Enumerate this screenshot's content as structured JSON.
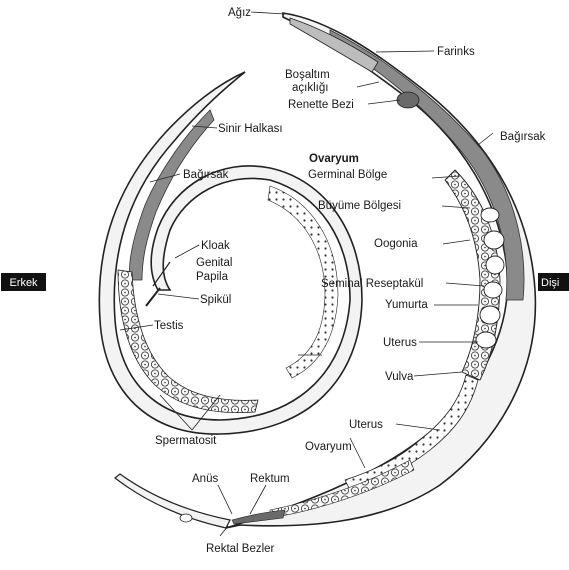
{
  "side_tags": {
    "male": "Erkek",
    "female": "Dişi"
  },
  "labels": {
    "agiz": "Ağız",
    "farinks": "Farinks",
    "bosaltim_1": "Boşaltım",
    "bosaltim_2": "açıklığı",
    "renette": "Renette Bezi",
    "bagirsak_female": "Bağırsak",
    "ovaryum_header": "Ovaryum",
    "germinal": "Germinal Bölge",
    "buyume": "Büyüme Bölgesi",
    "oogonia": "Oogonia",
    "seminal": "Seminal Reseptakül",
    "yumurta": "Yumurta",
    "uterus_1": "Uterus",
    "vulva": "Vulva",
    "uterus_2": "Uterus",
    "ovaryum_2": "Ovaryum",
    "rektum": "Rektum",
    "anus": "Anüs",
    "rektal": "Rektal Bezler",
    "sinir": "Sinir Halkası",
    "bagirsak_male": "Bağırsak",
    "kloak": "Kloak",
    "genital_1": "Genital",
    "genital_2": "Papila",
    "spikul": "Spikül",
    "testis": "Testis",
    "spermatosit": "Spermatosit"
  },
  "colors": {
    "outline": "#222222",
    "body": "#f2f2f2",
    "gut": "#7a7a7a",
    "tag": "#111111"
  }
}
